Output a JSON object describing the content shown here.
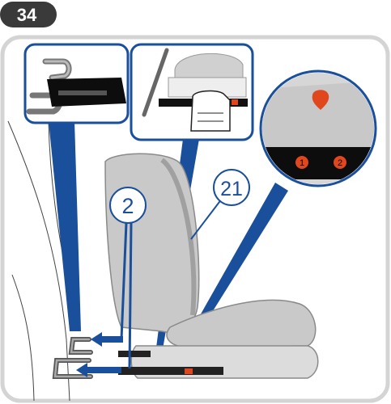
{
  "step": {
    "number": "34",
    "badge_color": "#3a3a3a"
  },
  "callouts": {
    "isofix_arm_label": "2",
    "backrest_label": "21",
    "indicator_1_label": "1",
    "indicator_2_label": "2"
  },
  "colors": {
    "frame": "#d4d4d4",
    "callout_blue": "#1a4f9c",
    "seat_grey": "#c9c9c9",
    "seat_dark": "#a9a9a9",
    "indicator_red": "#e0471d",
    "panel_black": "#0d0d0d"
  }
}
